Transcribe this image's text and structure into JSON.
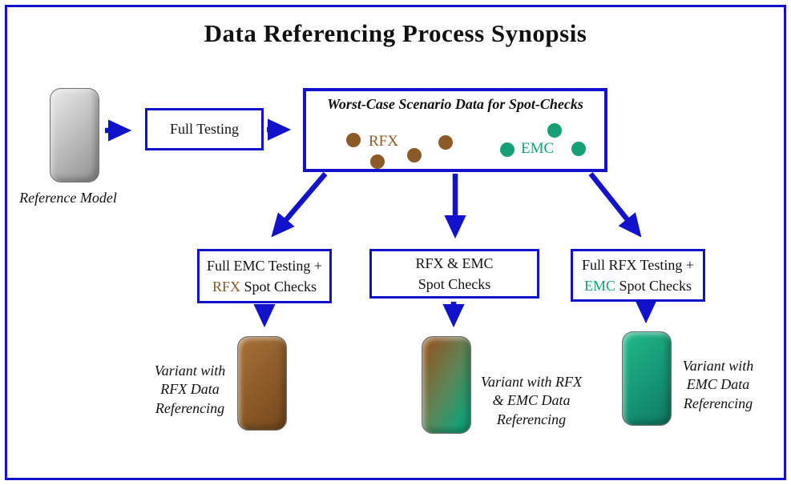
{
  "title": "Data Referencing Process Synopsis",
  "colors": {
    "blue": "#1212cc",
    "brown": "#8c5a28",
    "green": "#16a077"
  },
  "reference_model": {
    "label": "Reference Model"
  },
  "full_testing": {
    "label": "Full Testing"
  },
  "spot_check_pool": {
    "title": "Worst-Case Scenario Data for Spot-Checks",
    "rfx_label": "RFX",
    "emc_label": "EMC"
  },
  "branch_boxes": {
    "left": {
      "line1": "Full EMC Testing +",
      "line2_accent": "RFX",
      "line2_rest": "Spot Checks"
    },
    "middle": {
      "line1": "RFX & EMC",
      "line2": "Spot Checks"
    },
    "right": {
      "line1": "Full RFX Testing +",
      "line2_accent": "EMC",
      "line2_rest": "Spot Checks"
    }
  },
  "variants": {
    "rfx": {
      "label": "Variant with\nRFX Data\nReferencing"
    },
    "mixed": {
      "label": "Variant with RFX\n& EMC Data\nReferencing"
    },
    "emc": {
      "label": "Variant with\nEMC Data\nReferencing"
    }
  }
}
